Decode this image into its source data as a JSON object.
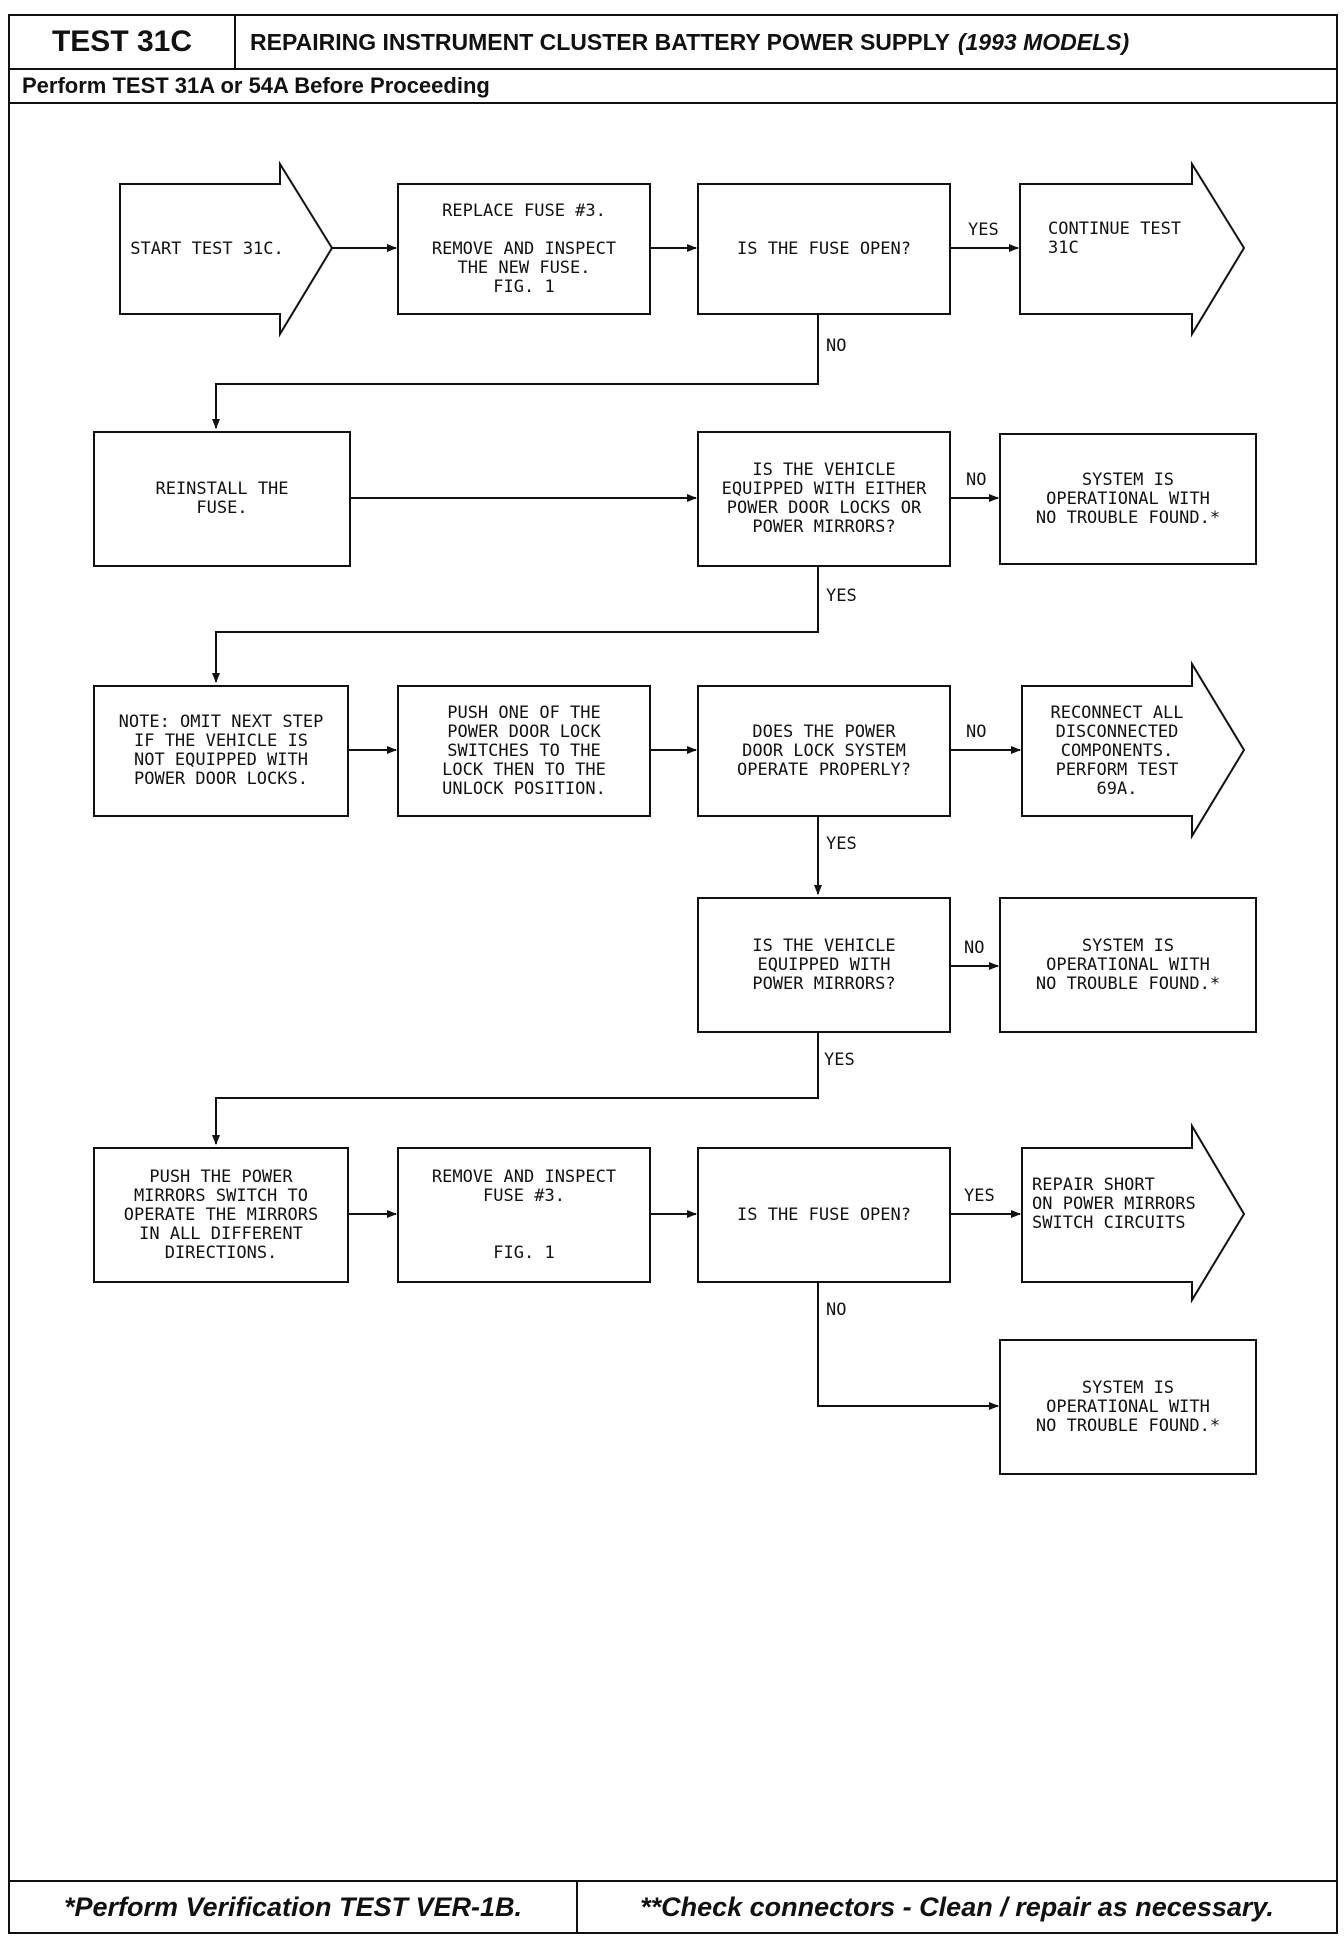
{
  "header": {
    "test_id": "TEST 31C",
    "title": "REPAIRING INSTRUMENT CLUSTER BATTERY POWER SUPPLY",
    "title_models": "(1993 MODELS)",
    "prerequisite": "Perform TEST 31A or 54A Before Proceeding"
  },
  "flowchart": {
    "start": "START TEST 31C.",
    "replace_fuse": "REPLACE FUSE #3.\n\nREMOVE AND INSPECT\nTHE NEW FUSE.\nFIG. 1",
    "q_fuse_open_1": "IS THE FUSE OPEN?",
    "continue_test": "CONTINUE TEST\n31C",
    "reinstall_fuse": "REINSTALL THE\nFUSE.",
    "q_equipped_locks_mirrors": "IS THE VEHICLE\nEQUIPPED WITH EITHER\nPOWER DOOR LOCKS OR\nPOWER MIRRORS?",
    "no_trouble_1": "SYSTEM IS\nOPERATIONAL WITH\nNO TROUBLE FOUND.*",
    "note_omit": "NOTE: OMIT NEXT STEP\nIF THE VEHICLE IS\nNOT EQUIPPED WITH\nPOWER DOOR LOCKS.",
    "push_door_lock": "PUSH ONE OF THE\nPOWER DOOR LOCK\nSWITCHES TO THE\nLOCK THEN TO THE\nUNLOCK POSITION.",
    "q_door_lock_operate": "DOES THE POWER\nDOOR LOCK SYSTEM\nOPERATE PROPERLY?",
    "reconnect": "RECONNECT ALL\nDISCONNECTED\nCOMPONENTS.\nPERFORM TEST\n69A.",
    "q_equipped_mirrors": "IS THE VEHICLE\nEQUIPPED WITH\nPOWER MIRRORS?",
    "no_trouble_2": "SYSTEM IS\nOPERATIONAL WITH\nNO TROUBLE FOUND.*",
    "push_mirrors": "PUSH THE POWER\nMIRRORS SWITCH TO\nOPERATE THE MIRRORS\nIN ALL DIFFERENT\nDIRECTIONS.",
    "remove_inspect": "REMOVE AND INSPECT\nFUSE #3.\n\n\nFIG. 1",
    "q_fuse_open_2": "IS THE FUSE OPEN?",
    "repair_short": "REPAIR SHORT\nON POWER MIRRORS\nSWITCH CIRCUITS",
    "no_trouble_3": "SYSTEM IS\nOPERATIONAL WITH\nNO TROUBLE FOUND.*",
    "labels": {
      "yes": "YES",
      "no": "NO"
    }
  },
  "footer": {
    "left": "*Perform Verification TEST VER-1B.",
    "right": "**Check connectors - Clean / repair as necessary."
  }
}
